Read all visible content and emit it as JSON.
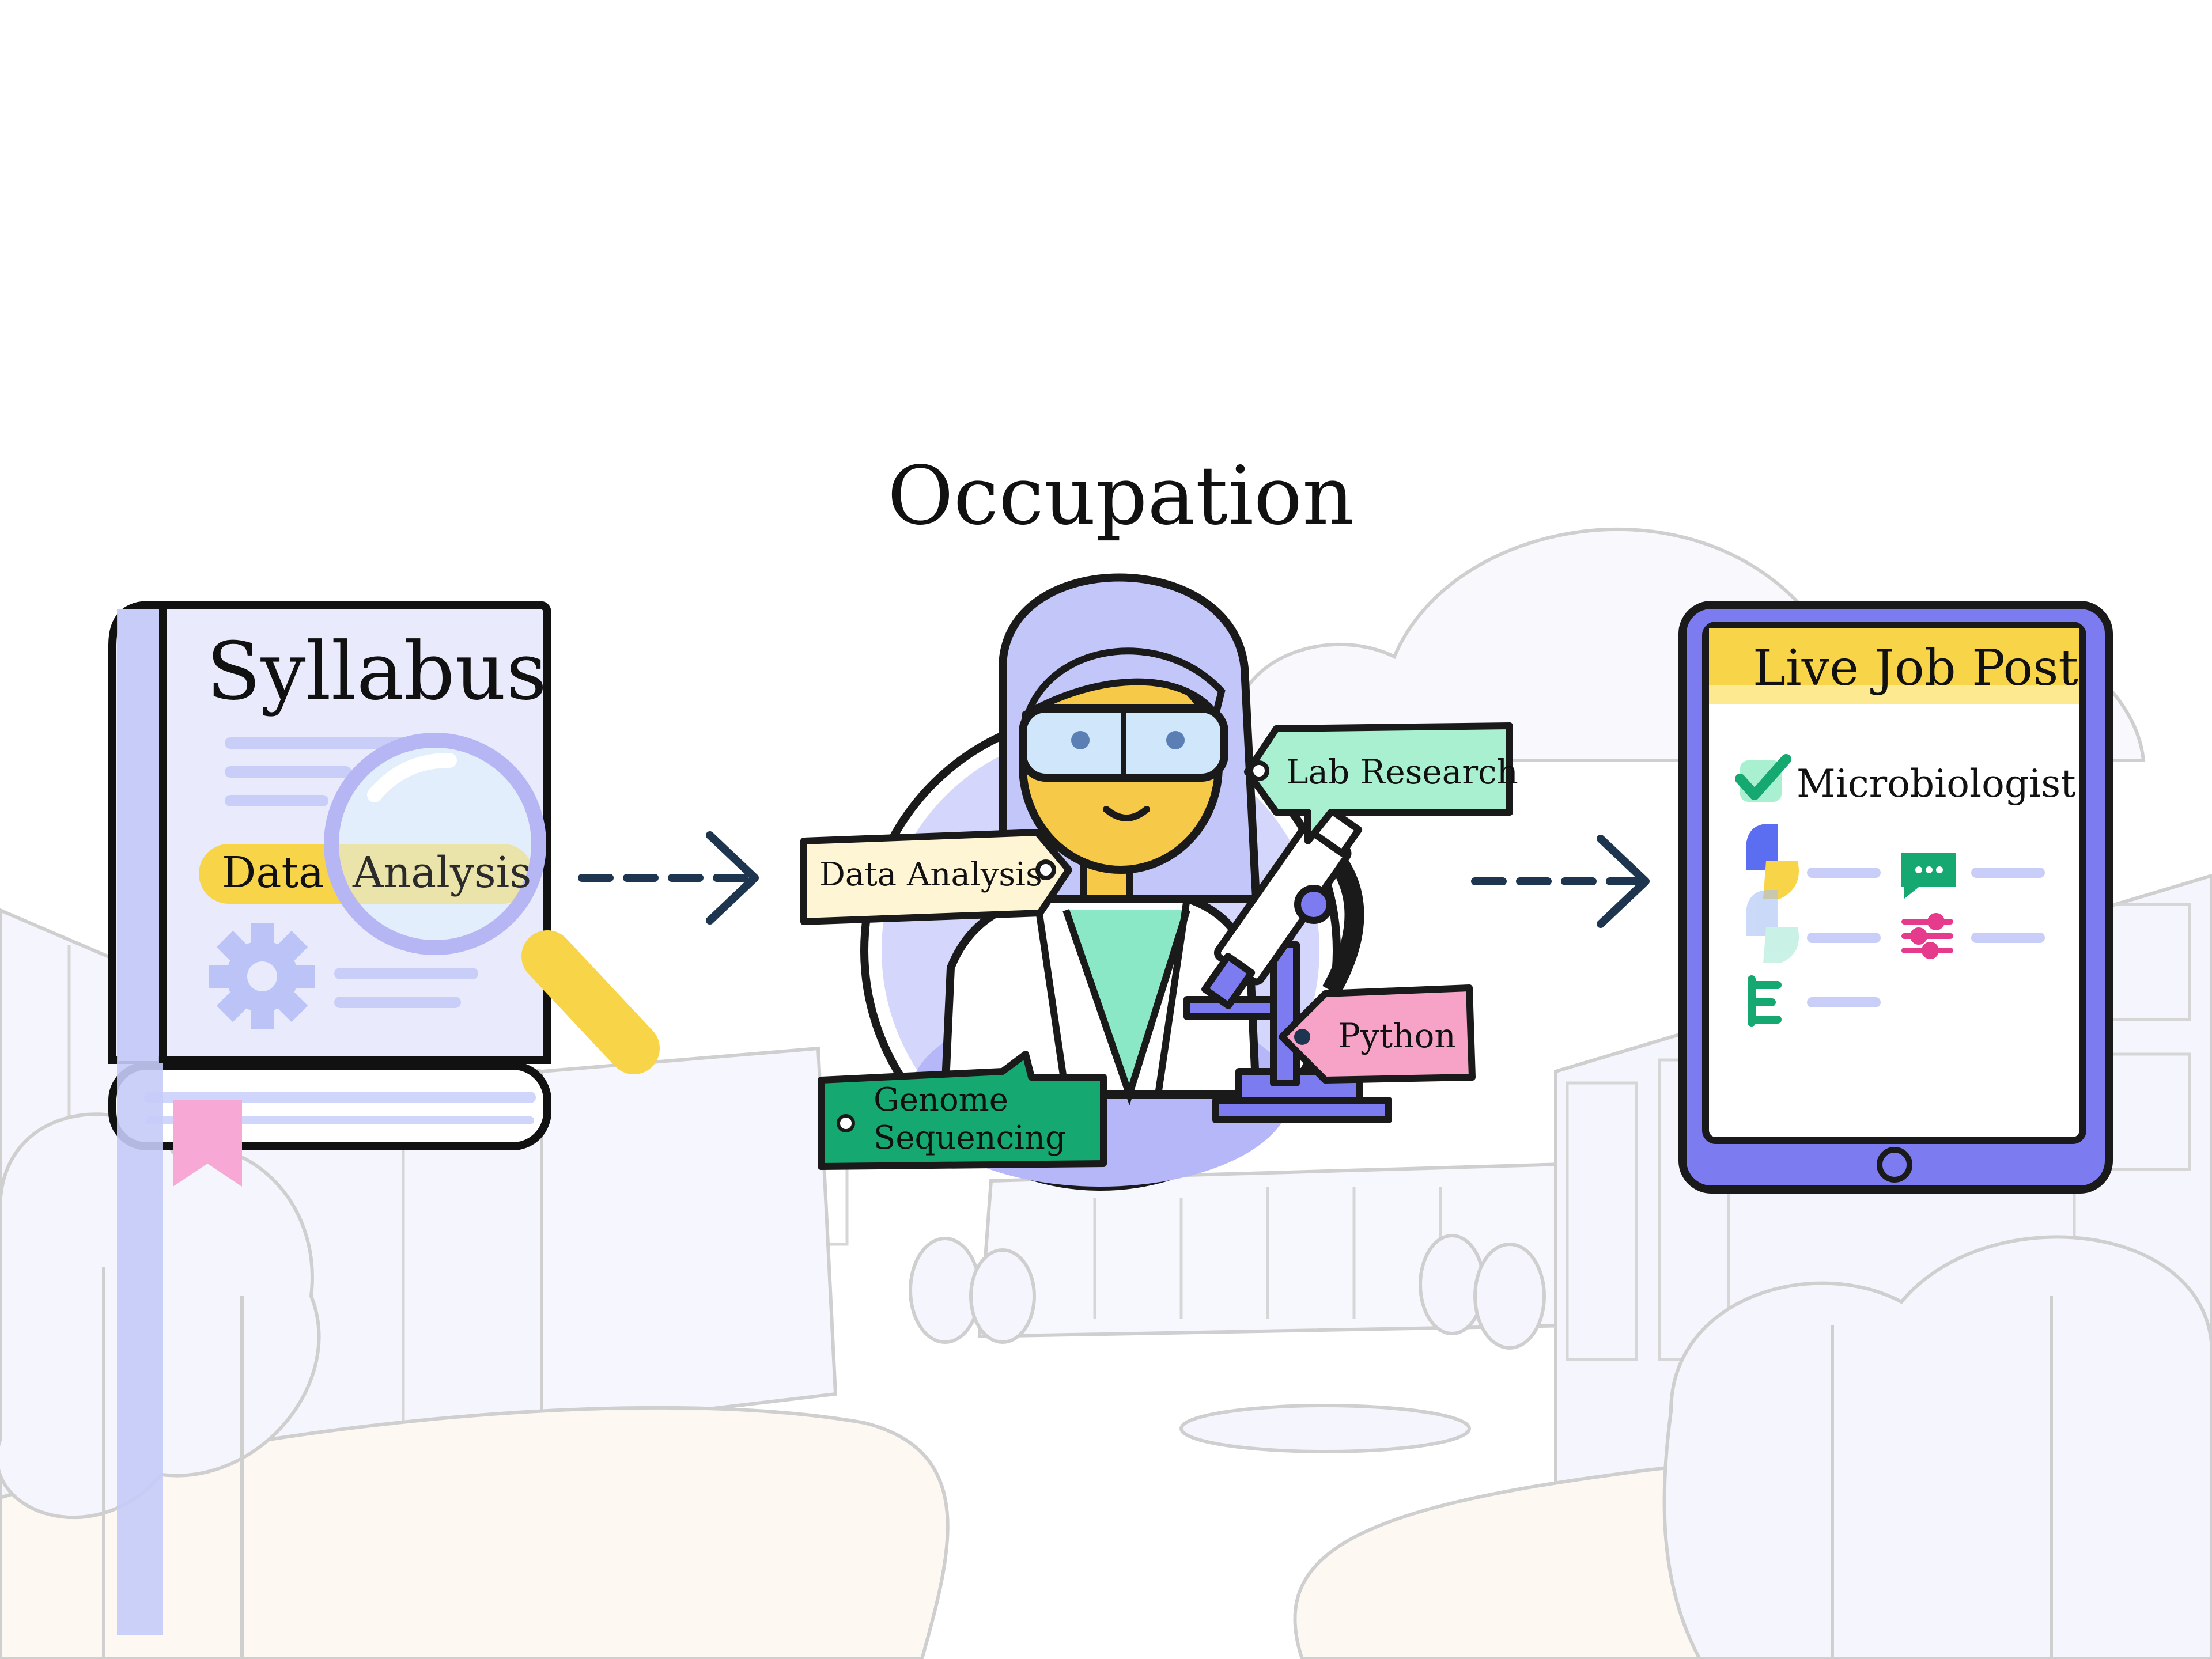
{
  "occupation_title": "Occupation",
  "syllabus": {
    "title": "Syllabus",
    "highlight_word_1": "Data",
    "highlight_word_2": "Analysis"
  },
  "skill_tags": {
    "lab_research": "Lab Research",
    "data_analysis": "Data Analysis",
    "python": "Python",
    "genome_line_1": "Genome",
    "genome_line_2": "Sequencing"
  },
  "job_post": {
    "title": "Live Job Post",
    "role": "Microbiologist"
  },
  "icons": [
    "book-icon",
    "magnifier-icon",
    "gear-icon",
    "bookmark-icon",
    "scientist-icon",
    "microscope-icon",
    "arrow-right-icon",
    "tablet-icon",
    "checkmark-icon",
    "python-icon",
    "chat-icon",
    "sliders-icon",
    "genome-icon"
  ],
  "colors": {
    "book_blue": "#dfe3fb",
    "accent_purple": "#7c7cf0",
    "highlight_yellow": "#f8d548",
    "tag_cream": "#fdf5d4",
    "tag_mint": "#a8f0d0",
    "tag_pink": "#f7a3c8",
    "tag_green": "#15a870",
    "arrow_navy": "#1e3550",
    "campus_gray": "#c9c9c9"
  }
}
